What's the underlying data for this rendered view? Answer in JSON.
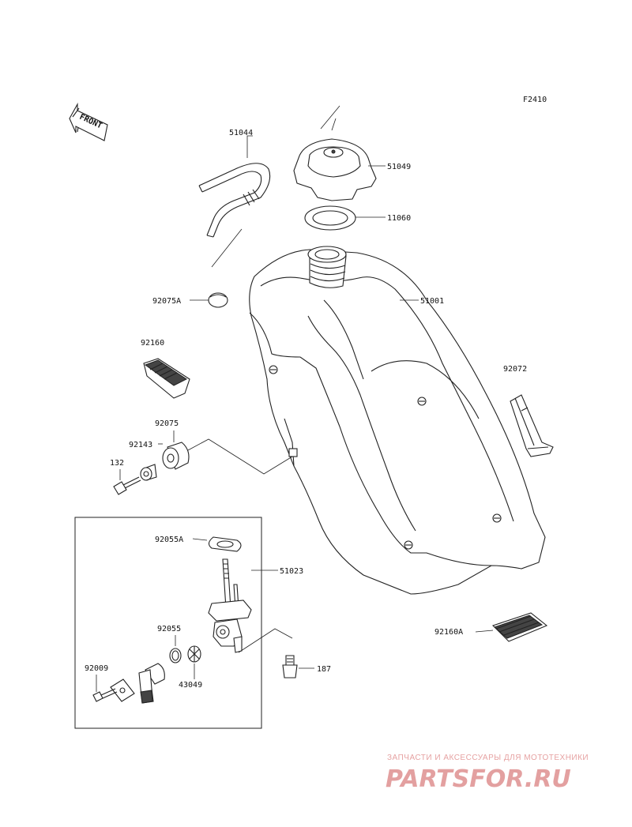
{
  "figure_code": "F2410",
  "front_label": "FRONT",
  "watermark": {
    "tagline": "ЗАПЧАСТИ И АКСЕССУАРЫ ДЛЯ МОТОТЕХНИКИ",
    "logo_text": "PARTSFOR.RU"
  },
  "parts": {
    "p51044": "51044",
    "p51049": "51049",
    "p11060": "11060",
    "p51001": "51001",
    "p92075A": "92075A",
    "p92160": "92160",
    "p92072": "92072",
    "p92075": "92075",
    "p92143": "92143",
    "p132": "132",
    "p92055A": "92055A",
    "p51023": "51023",
    "p92055": "92055",
    "p92009": "92009",
    "p43049": "43049",
    "p187": "187",
    "p92160A": "92160A"
  }
}
